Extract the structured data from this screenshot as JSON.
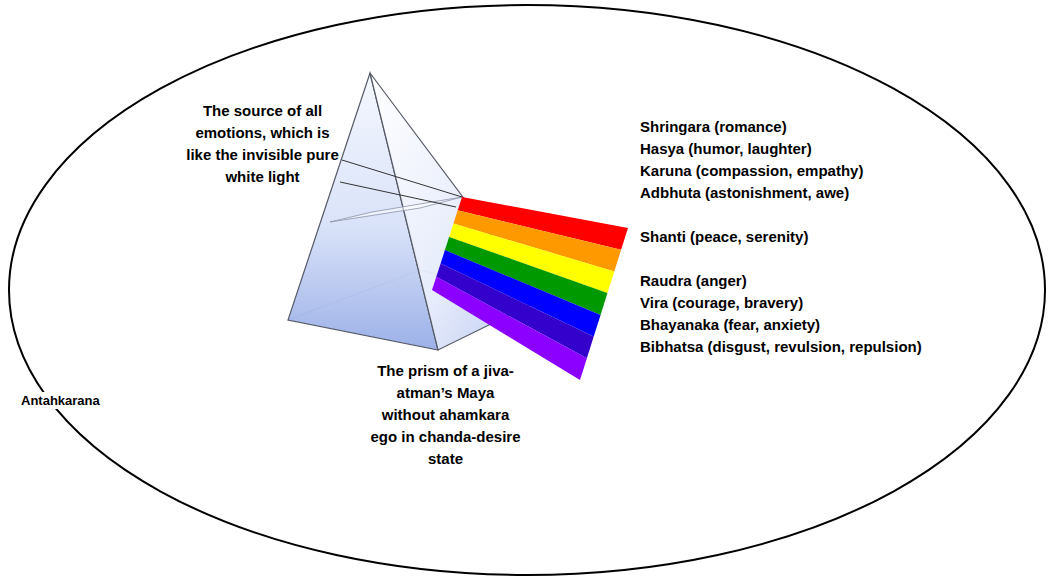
{
  "diagram": {
    "nodes": [
      {
        "text": [
          "Antahkarana"
        ]
      }
    ],
    "labels": [
      "The source of all emotions, which is like the invisible pure white light",
      "The prism of a jiva-atman’s Maya without ahamkara ego in chanda-desire state",
      "Shringara (romance)",
      "Hasya (humor, laughter)",
      "Karuna (compassion, empathy)",
      "Adbhuta (astonishment, awe)",
      "Shanti (peace, serenity)",
      "Raudra (anger)",
      "Vira (courage, bravery)",
      "Bhayanaka (fear, anxiety)",
      "Bibhatsa (disgust, revulsion, repulsion)"
    ]
  }
}
